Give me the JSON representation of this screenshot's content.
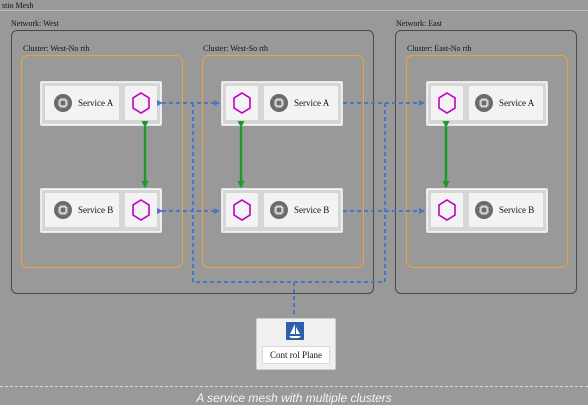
{
  "mesh": {
    "title": "stio Mesh"
  },
  "networks": [
    {
      "label": "Network:  West"
    },
    {
      "label": "Network: East"
    }
  ],
  "clusters": [
    {
      "label": "Cluster:  West-No rth"
    },
    {
      "label": "Cluster:  West-So rth"
    },
    {
      "label": "Cluster: East-No  rth"
    }
  ],
  "services": {
    "a": "Service A",
    "b": "Service B"
  },
  "control_plane": {
    "label": "Cont rol Plane"
  },
  "caption": "A service mesh with multiple clusters",
  "colors": {
    "cluster_border": "#f0a23a",
    "network_border": "#4a4a4a",
    "proxy_hexagon": "#c000c0",
    "intra_link": "#1a9a2a",
    "mesh_link": "#4a78c0",
    "icon_fill": "#6b6b6b"
  },
  "icons": {
    "service": "chip-icon",
    "proxy": "hexagon-icon",
    "control_plane": "sail-icon"
  }
}
